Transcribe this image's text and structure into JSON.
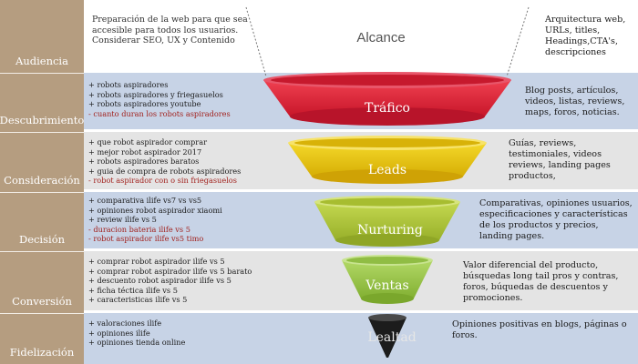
{
  "colors": {
    "label_bg": "#b59d80",
    "label_line": "#f2ede6",
    "band_blue": "#c7d3e6",
    "band_gray": "#e4e4e4",
    "funnel": [
      "#d81f33",
      "#e9c50d",
      "#b0c634",
      "#98c544",
      "#1c1c1c"
    ]
  },
  "top": {
    "stage": "Audiencia",
    "description": "Preparación de la web para que sea accesible para todos los usuarios. Considerar SEO, UX y Contenido",
    "funnel_label": "Alcance",
    "right": "Arquitectura web, URLs, titles, Headings,CTA's, descripciones"
  },
  "stages": [
    {
      "stage": "Descubrimiento",
      "funnel_label": "Tráfico",
      "keywords": [
        "+ robots aspiradores",
        "+ robots aspiradores y friegasuelos",
        "+ robots aspiradores youtube"
      ],
      "negatives": [
        "- cuanto duran los robots aspiradores"
      ],
      "right": "Blog posts, artículos, videos, listas, reviews, maps, foros, noticias."
    },
    {
      "stage": "Consideración",
      "funnel_label": "Leads",
      "keywords": [
        "+ que robot aspirador comprar",
        "+ mejor robot aspirador 2017",
        "+ robots aspiradores baratos",
        "+ guia de compra de robots aspiradores"
      ],
      "negatives": [
        "- robot aspirador con o sin friegasuelos"
      ],
      "right": "Guías, reviews, testimoniales, videos reviews, landing pages productos,"
    },
    {
      "stage": "Decisión",
      "funnel_label": "Nurturing",
      "keywords": [
        "+ comparativa ilife vs7 vs vs5",
        "+ opiniones robot aspirador xiaomi",
        "+ review ilife vs 5"
      ],
      "negatives": [
        "- duracion bateria ilife vs 5",
        "- robot aspirador ilife vs5 timo"
      ],
      "right": "Comparativas, opiniones usuarios, especificaciones y características de los productos y precios, landing pages."
    },
    {
      "stage": "Conversión",
      "funnel_label": "Ventas",
      "keywords": [
        "+ comprar robot aspirador ilife vs 5",
        "+ comprar robot aspirador ilife vs 5 barato",
        "+ descuento robot aspirador ilife vs 5",
        "+ ficha téctica ilife vs 5",
        "+ caracteristicas ilife vs 5"
      ],
      "negatives": [],
      "right": "Valor diferencial del producto, búsquedas long tail pros y contras, foros, búquedas de descuentos y promociones."
    },
    {
      "stage": "Fidelización",
      "funnel_label": "Lealtad",
      "keywords": [
        "+ valoraciones ilife",
        "+ opiniones ilife",
        "+ opiniones tienda online"
      ],
      "negatives": [],
      "right": "Opiniones positivas en blogs, páginas o foros."
    }
  ]
}
